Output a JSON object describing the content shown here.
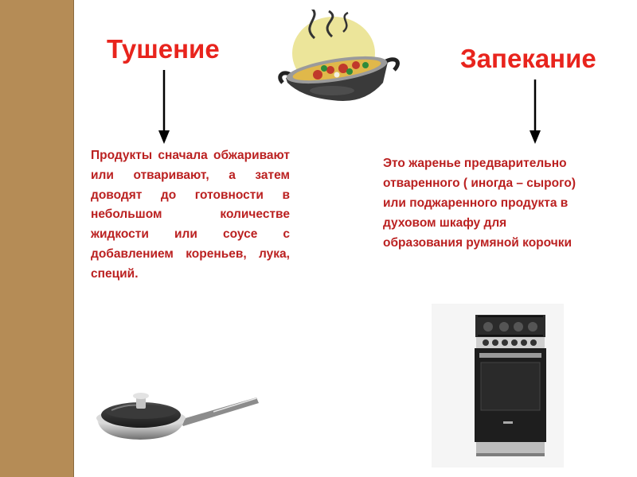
{
  "stewing": {
    "title": "Тушение",
    "description": "Продукты сначала обжаривают или отваривают, а затем доводят до готовности в небольшом количестве жидкости или соусе с добавлением кореньев, лука, специй."
  },
  "baking": {
    "title": "Запекание",
    "description_lines": [
      "Это жаренье предварительно",
      "отваренного ( иногда – сырого)",
      "или поджаренного продукта в",
      "духовом шкафу для",
      "образования румяной корочки"
    ]
  },
  "colors": {
    "heading": "#e8241d",
    "text": "#bb2121",
    "strip": "#b58c56"
  },
  "icons": {
    "top_center": "pot-with-food-icon",
    "bottom_left": "frying-pan-icon",
    "bottom_right": "gas-stove-icon"
  }
}
